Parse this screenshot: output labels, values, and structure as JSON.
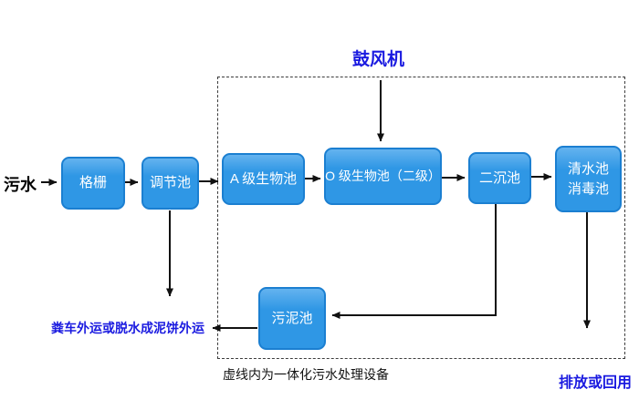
{
  "diagram": {
    "inflow_label": "污水",
    "blower_label": "鼓风机",
    "nodes": {
      "grid": "格栅",
      "regulating_tank": "调节池",
      "a_bio_tank": "A 级生物池",
      "o_bio_tank": "O 级生物池（二级）",
      "secondary_sedimentation_tank": "二沉池",
      "clear_water_tank_line1": "清水池",
      "clear_water_tank_line2": "消毒池",
      "sludge_tank": "污泥池"
    },
    "labels": {
      "sludge_disposal": "粪车外运或脱水成泥饼外运",
      "boundary_note": "虚线内为一体化污水处理设备",
      "discharge": "排放或回用"
    },
    "colors": {
      "box_fill": "#2F97E5",
      "box_border": "#1B7FD1",
      "blue_text": "#1A1AE0",
      "arrow": "#111111"
    }
  }
}
